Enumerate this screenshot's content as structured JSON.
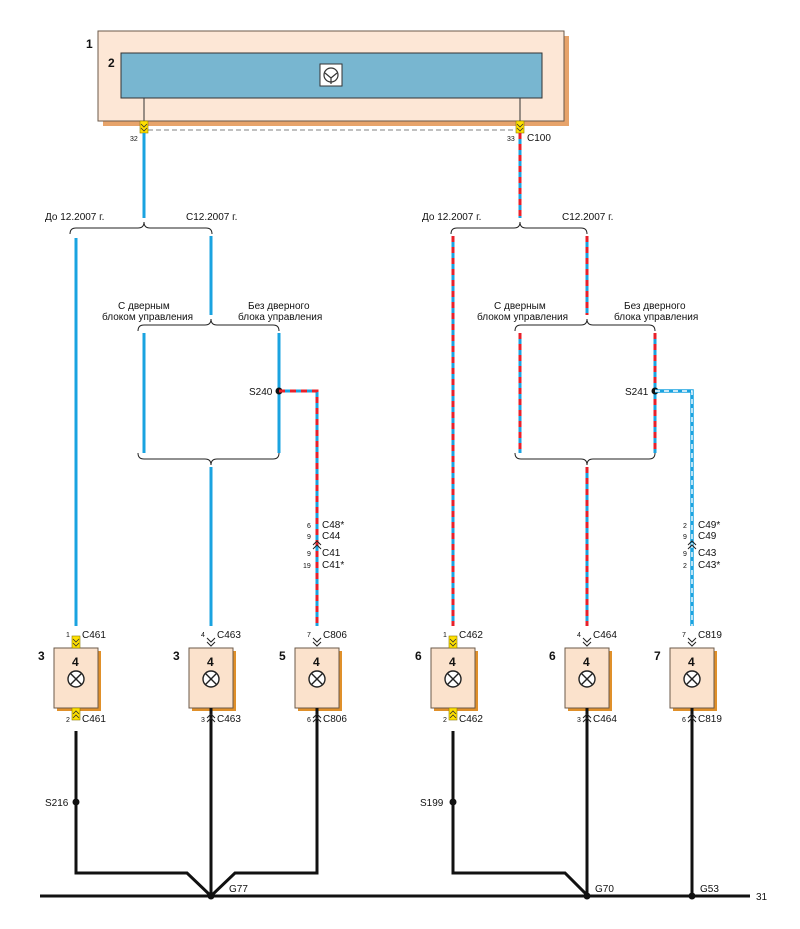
{
  "modules": {
    "m1": "1",
    "m2": "2"
  },
  "c100": {
    "name": "C100",
    "pin_left": "32",
    "pin_right": "33"
  },
  "left_group": {
    "before": "До 12.2007 г.",
    "after": "С12.2007 г.",
    "with_door_1": "С дверным",
    "with_door_2": "блоком управления",
    "without_door_1": "Без дверного",
    "without_door_2": "блока управления",
    "splice": "S240"
  },
  "right_group": {
    "before": "До 12.2007 г.",
    "after": "С12.2007 г.",
    "with_door_1": "С дверным",
    "with_door_2": "блоком управления",
    "without_door_1": "Без дверного",
    "without_door_2": "блока управления",
    "splice": "S241"
  },
  "inline_left": [
    {
      "pin": "6",
      "name": "C48*"
    },
    {
      "pin": "9",
      "name": "C44"
    },
    {
      "pin": "9",
      "name": "C41"
    },
    {
      "pin": "19",
      "name": "C41*"
    }
  ],
  "inline_right": [
    {
      "pin": "2",
      "name": "C49*"
    },
    {
      "pin": "9",
      "name": "C49"
    },
    {
      "pin": "9",
      "name": "C43"
    },
    {
      "pin": "2",
      "name": "C43*"
    }
  ],
  "lamps": [
    {
      "unit": "3",
      "inner": "4",
      "top_pin": "1",
      "top_conn": "C461",
      "bot_pin": "2",
      "bot_conn": "C461"
    },
    {
      "unit": "3",
      "inner": "4",
      "top_pin": "4",
      "top_conn": "C463",
      "bot_pin": "3",
      "bot_conn": "C463"
    },
    {
      "unit": "5",
      "inner": "4",
      "top_pin": "7",
      "top_conn": "C806",
      "bot_pin": "6",
      "bot_conn": "C806"
    },
    {
      "unit": "6",
      "inner": "4",
      "top_pin": "1",
      "top_conn": "C462",
      "bot_pin": "2",
      "bot_conn": "C462"
    },
    {
      "unit": "6",
      "inner": "4",
      "top_pin": "4",
      "top_conn": "C464",
      "bot_pin": "3",
      "bot_conn": "C464"
    },
    {
      "unit": "7",
      "inner": "4",
      "top_pin": "7",
      "top_conn": "C819",
      "bot_pin": "6",
      "bot_conn": "C819"
    }
  ],
  "ground": {
    "s216": "S216",
    "s199": "S199",
    "g77": "G77",
    "g70": "G70",
    "g53": "G53",
    "bus": "31"
  },
  "colors": {
    "blue_wire": "#1aa3e0",
    "red_dash": "#e8202a",
    "module_fill": "#fde7d6",
    "module2_fill": "#78b6d0",
    "lamp_fill": "#fbe2cc",
    "lamp_shadow": "#e0902a",
    "connector_yellow": "#ffe000",
    "ground": "#111111"
  }
}
